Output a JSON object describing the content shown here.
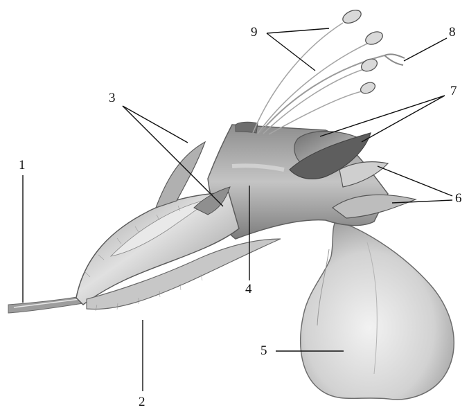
{
  "labels": {
    "l1": "1",
    "l2": "2",
    "l3": "3",
    "l4": "4",
    "l5": "5",
    "l6": "6",
    "l7": "7",
    "l8": "8",
    "l9": "9"
  },
  "colors": {
    "ink": "#111111",
    "shade_dark": "#7a7a7a",
    "shade_mid": "#a8a8a8",
    "shade_light": "#d6d6d6",
    "paper": "#ffffff"
  }
}
